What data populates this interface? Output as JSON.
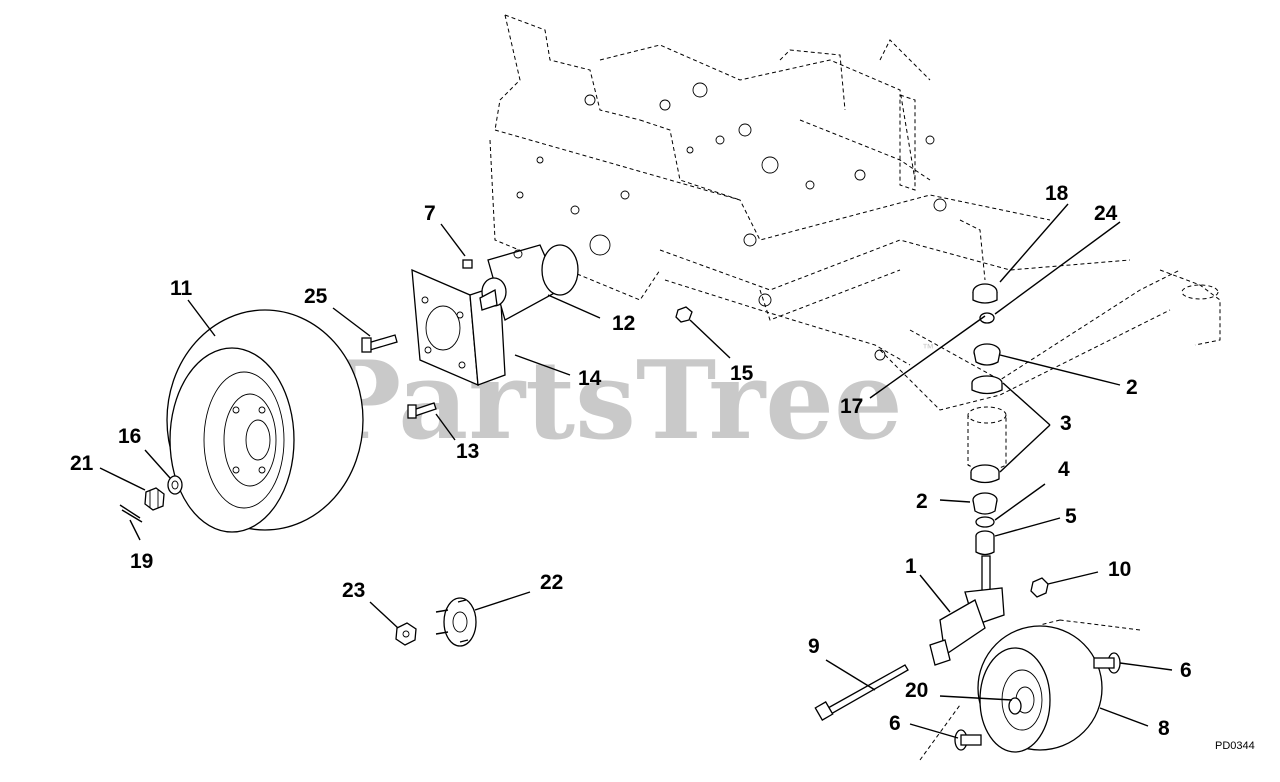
{
  "watermark": {
    "text": "PartsTree",
    "trademark": "™"
  },
  "reference_code": "PD0344",
  "callouts": [
    {
      "id": "c1",
      "label": "1"
    },
    {
      "id": "c2a",
      "label": "2"
    },
    {
      "id": "c2b",
      "label": "2"
    },
    {
      "id": "c3",
      "label": "3"
    },
    {
      "id": "c4",
      "label": "4"
    },
    {
      "id": "c5",
      "label": "5"
    },
    {
      "id": "c6a",
      "label": "6"
    },
    {
      "id": "c6b",
      "label": "6"
    },
    {
      "id": "c7",
      "label": "7"
    },
    {
      "id": "c8",
      "label": "8"
    },
    {
      "id": "c9",
      "label": "9"
    },
    {
      "id": "c10",
      "label": "10"
    },
    {
      "id": "c11",
      "label": "11"
    },
    {
      "id": "c12",
      "label": "12"
    },
    {
      "id": "c13",
      "label": "13"
    },
    {
      "id": "c14",
      "label": "14"
    },
    {
      "id": "c15",
      "label": "15"
    },
    {
      "id": "c16",
      "label": "16"
    },
    {
      "id": "c17",
      "label": "17"
    },
    {
      "id": "c18",
      "label": "18"
    },
    {
      "id": "c19",
      "label": "19"
    },
    {
      "id": "c20",
      "label": "20"
    },
    {
      "id": "c21",
      "label": "21"
    },
    {
      "id": "c22",
      "label": "22"
    },
    {
      "id": "c23",
      "label": "23"
    },
    {
      "id": "c24",
      "label": "24"
    },
    {
      "id": "c25",
      "label": "25"
    }
  ]
}
